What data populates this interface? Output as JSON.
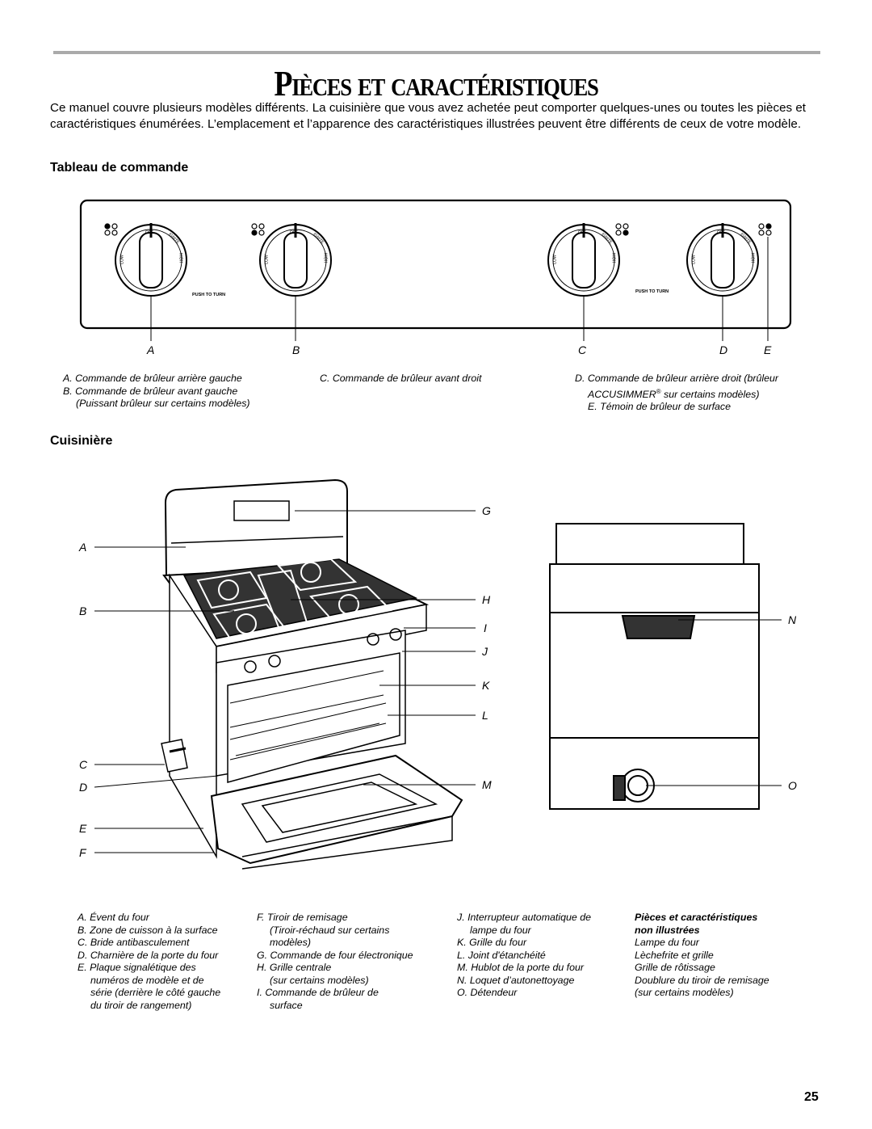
{
  "page": {
    "title": "Pièces et caractéristiques",
    "intro": "Ce manuel couvre plusieurs modèles différents. La cuisinière que vous avez achetée peut comporter quelques-unes ou toutes les pièces et caractéristiques énumérées. L’emplacement et l’apparence des caractéristiques illustrées peuvent être différents de ceux de votre modèle.",
    "page_number": "25"
  },
  "control_panel": {
    "heading": "Tableau de commande",
    "knob_text": {
      "off": "OFF",
      "ignite": "IGNITE",
      "high": "HIGH",
      "low": "LOW"
    },
    "push_to_turn": "PUSH TO TURN",
    "callouts": [
      "A",
      "B",
      "C",
      "D",
      "E"
    ],
    "captions": {
      "a": "A. Commande de brûleur arrière gauche",
      "b1": "B. Commande de brûleur avant gauche",
      "b2": "(Puissant brûleur sur certains modèles)",
      "c": "C. Commande de brûleur avant droit",
      "d1": "D. Commande de brûleur arrière droit (brûleur",
      "d2": "ACCUSIMMER",
      "d2_reg": "®",
      "d2_rest": " sur certains modèles)",
      "e": "E. Témoin de brûleur de surface"
    }
  },
  "range": {
    "heading": "Cuisinière",
    "left_callouts": [
      "A",
      "B",
      "C",
      "D",
      "E",
      "F"
    ],
    "right_callouts": [
      "G",
      "H",
      "I",
      "J",
      "K",
      "L",
      "M"
    ],
    "side_callouts": [
      "N",
      "O"
    ],
    "captions": {
      "col1": [
        "A. Évent du four",
        "B. Zone de cuisson à la surface",
        "C. Bride antibasculement",
        "D. Charnière de la porte du four",
        "E. Plaque signalétique des",
        "numéros de modèle et de",
        "série (derrière le côté gauche",
        "du tiroir de rangement)"
      ],
      "col2": [
        "F. Tiroir de remisage",
        "(Tiroir-réchaud sur certains",
        "modèles)",
        "G. Commande de four électronique",
        "H. Grille centrale",
        "(sur certains modèles)",
        "I. Commande de brûleur de",
        "surface"
      ],
      "col3": [
        "J. Interrupteur automatique de",
        "lampe du four",
        "K. Grille du four",
        "L. Joint d'étanchéité",
        "M. Hublot de la porte du four",
        "N. Loquet d’autonettoyage",
        "O. Détendeur"
      ],
      "col4_heading": [
        "Pièces et caractéristiques",
        "non illustrées"
      ],
      "col4": [
        "Lampe du four",
        "Lèchefrite et grille",
        "Grille de rôtissage",
        "Doublure du tiroir de remisage",
        "(sur certains modèles)"
      ]
    }
  }
}
